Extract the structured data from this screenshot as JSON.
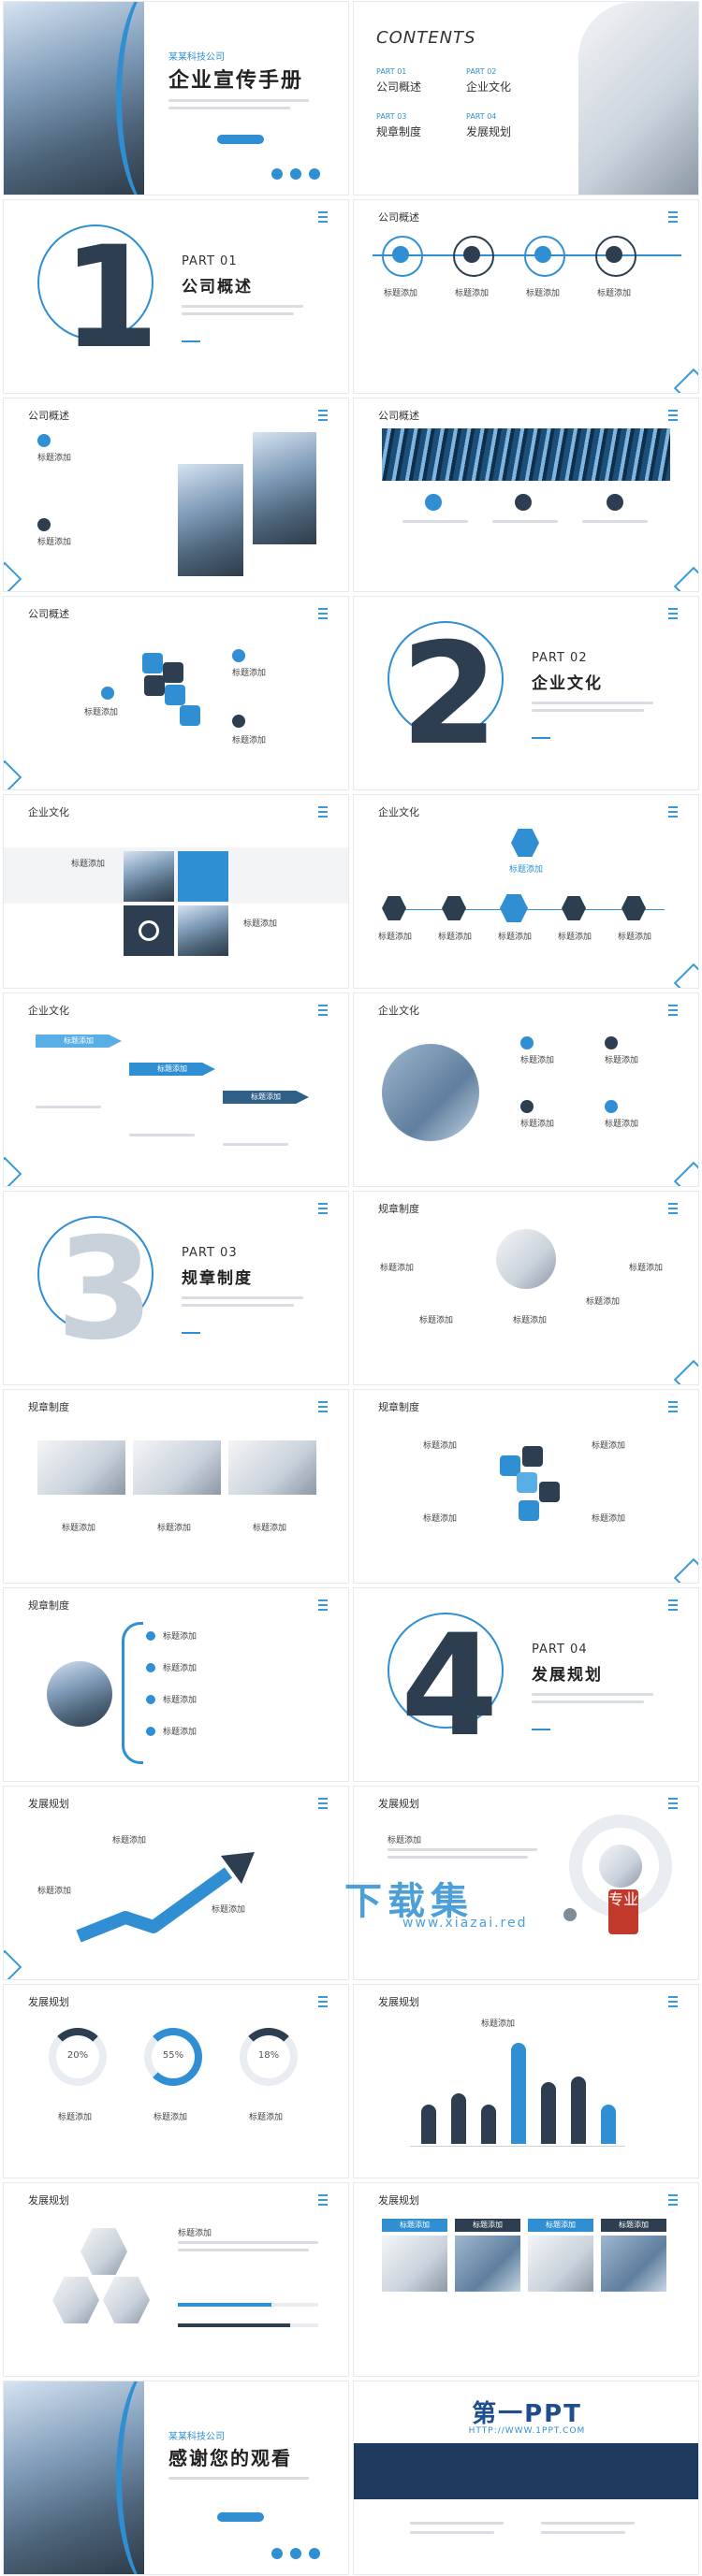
{
  "cover": {
    "company": "某某科技公司",
    "title": "企业宣传手册"
  },
  "contents": {
    "heading": "CONTENTS",
    "items": [
      {
        "part": "PART 01",
        "name": "公司概述"
      },
      {
        "part": "PART 02",
        "name": "企业文化"
      },
      {
        "part": "PART 03",
        "name": "规章制度"
      },
      {
        "part": "PART 04",
        "name": "发展规划"
      }
    ]
  },
  "sections": {
    "s1": "公司概述",
    "s2": "企业文化",
    "s3": "规章制度",
    "s4": "发展规划"
  },
  "parts": {
    "p1": {
      "label": "PART 01",
      "title": "公司概述",
      "num": "1"
    },
    "p2": {
      "label": "PART 02",
      "title": "企业文化",
      "num": "2"
    },
    "p3": {
      "label": "PART 03",
      "title": "规章制度",
      "num": "3"
    },
    "p4": {
      "label": "PART 04",
      "title": "发展规划",
      "num": "4"
    }
  },
  "common": {
    "add_title": "标题添加"
  },
  "percents": [
    "20%",
    "55%",
    "18%"
  ],
  "thanks": {
    "company": "某某科技公司",
    "title": "感谢您的观看"
  },
  "footer": {
    "brand": "第一PPT",
    "url": "HTTP://WWW.1PPT.COM"
  },
  "watermark": {
    "text": "下载集",
    "url": "www.xiazai.red",
    "seal": "专业"
  }
}
